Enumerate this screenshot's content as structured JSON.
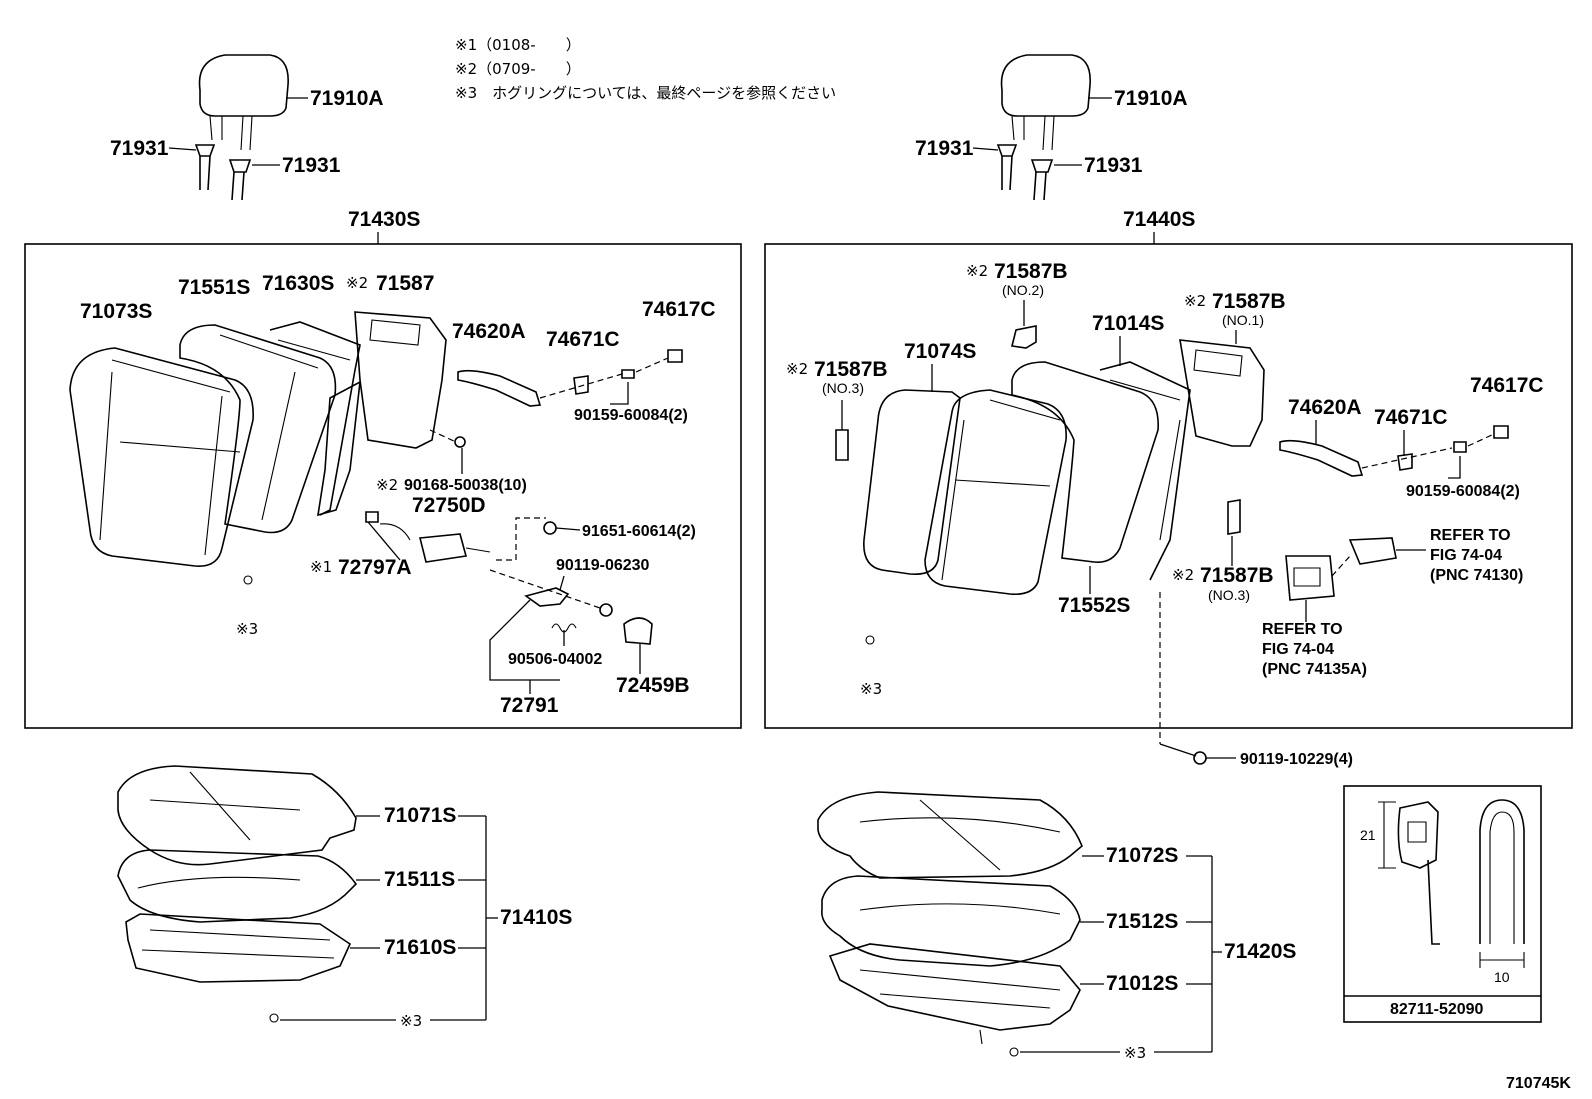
{
  "notes": [
    "※1（0108-　　）",
    "※2（0709-　　）",
    "※3　ホグリングについては、最終ページを参照ください"
  ],
  "left_headrest": {
    "headrest": "71910A",
    "guide_left": "71931",
    "guide_right": "71931"
  },
  "right_headrest": {
    "headrest": "71910A",
    "guide_left": "71931",
    "guide_right": "71931"
  },
  "left_back": {
    "assembly": "71430S",
    "cover": "71073S",
    "pad": "71551S",
    "frame": "71630S",
    "board_mark": "※2",
    "board": "71587",
    "strap": "74620A",
    "clip": "74671C",
    "clip2": "74617C",
    "screw": "90159-60084(2)",
    "clip_mark": "※2",
    "clip_part": "90168-50038(10)",
    "lock": "72750D",
    "bolt": "91651-60614(2)",
    "knob_mark": "※1",
    "knob": "72797A",
    "washer": "90119-06230",
    "spring": "90506-04002",
    "cover_cap": "72459B",
    "recliner": "72791",
    "hog_ring": "※3"
  },
  "right_back": {
    "assembly": "71440S",
    "bracket2_mark": "※2",
    "bracket2": "71587B",
    "bracket2_sub": "(NO.2)",
    "frame": "71014S",
    "bracket1_mark": "※2",
    "bracket1": "71587B",
    "bracket1_sub": "(NO.1)",
    "bracket3a_mark": "※2",
    "bracket3a": "71587B",
    "bracket3a_sub": "(NO.3)",
    "cover": "71074S",
    "strap": "74620A",
    "clip": "74671C",
    "clip2": "74617C",
    "screw": "90159-60084(2)",
    "refer1_l1": "REFER TO",
    "refer1_l2": "FIG 74-04",
    "refer1_l3": "(PNC 74130)",
    "bracket3b_mark": "※2",
    "bracket3b": "71587B",
    "bracket3b_sub": "(NO.3)",
    "pad": "71552S",
    "refer2_l1": "REFER TO",
    "refer2_l2": "FIG 74-04",
    "refer2_l3": "(PNC 74135A)",
    "hog_ring": "※3",
    "bolt": "90119-10229(4)"
  },
  "left_cushion": {
    "cover": "71071S",
    "pad": "71511S",
    "spring": "71610S",
    "assembly": "71410S",
    "hog_ring": "※3"
  },
  "right_cushion": {
    "cover": "71072S",
    "pad": "71512S",
    "frame": "71012S",
    "assembly": "71420S",
    "hog_ring": "※3"
  },
  "inset": {
    "dim_height": "21",
    "dim_width": "10",
    "part": "82711-52090"
  },
  "figure_code": "710745K"
}
